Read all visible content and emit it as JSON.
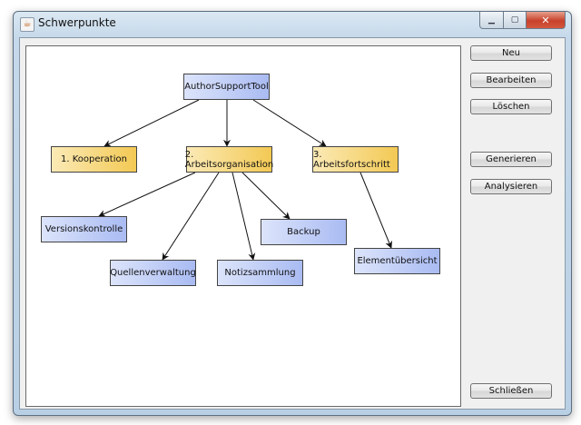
{
  "window": {
    "title": "Schwerpunkte",
    "icon": "java-icon",
    "controls": {
      "minimize": "minimize-icon",
      "maximize": "maximize-icon",
      "close": "close-icon"
    }
  },
  "diagram": {
    "nodes": [
      {
        "id": "root",
        "label": "AuthorSupportTool",
        "color": "blue"
      },
      {
        "id": "n1",
        "label": "1. Kooperation",
        "color": "yellow"
      },
      {
        "id": "n2",
        "label": "2. Arbeitsorganisation",
        "color": "yellow"
      },
      {
        "id": "n3",
        "label": "3. Arbeitsfortschritt",
        "color": "yellow"
      },
      {
        "id": "vk",
        "label": "Versionskontrolle",
        "color": "blue"
      },
      {
        "id": "qv",
        "label": "Quellenverwaltung",
        "color": "blue"
      },
      {
        "id": "ns",
        "label": "Notizsammlung",
        "color": "blue"
      },
      {
        "id": "bk",
        "label": "Backup",
        "color": "blue"
      },
      {
        "id": "eu",
        "label": "Elementübersicht",
        "color": "blue"
      }
    ],
    "edges": [
      [
        "root",
        "n1"
      ],
      [
        "root",
        "n2"
      ],
      [
        "root",
        "n3"
      ],
      [
        "n2",
        "vk"
      ],
      [
        "n2",
        "qv"
      ],
      [
        "n2",
        "ns"
      ],
      [
        "n2",
        "bk"
      ],
      [
        "n3",
        "eu"
      ]
    ],
    "colors": {
      "blue": "#a9bbf2",
      "yellow": "#f3c954"
    }
  },
  "buttons": {
    "neu": "Neu",
    "bearbeiten": "Bearbeiten",
    "loeschen": "Löschen",
    "generieren": "Generieren",
    "analysieren": "Analysieren",
    "schliessen": "Schließen"
  }
}
